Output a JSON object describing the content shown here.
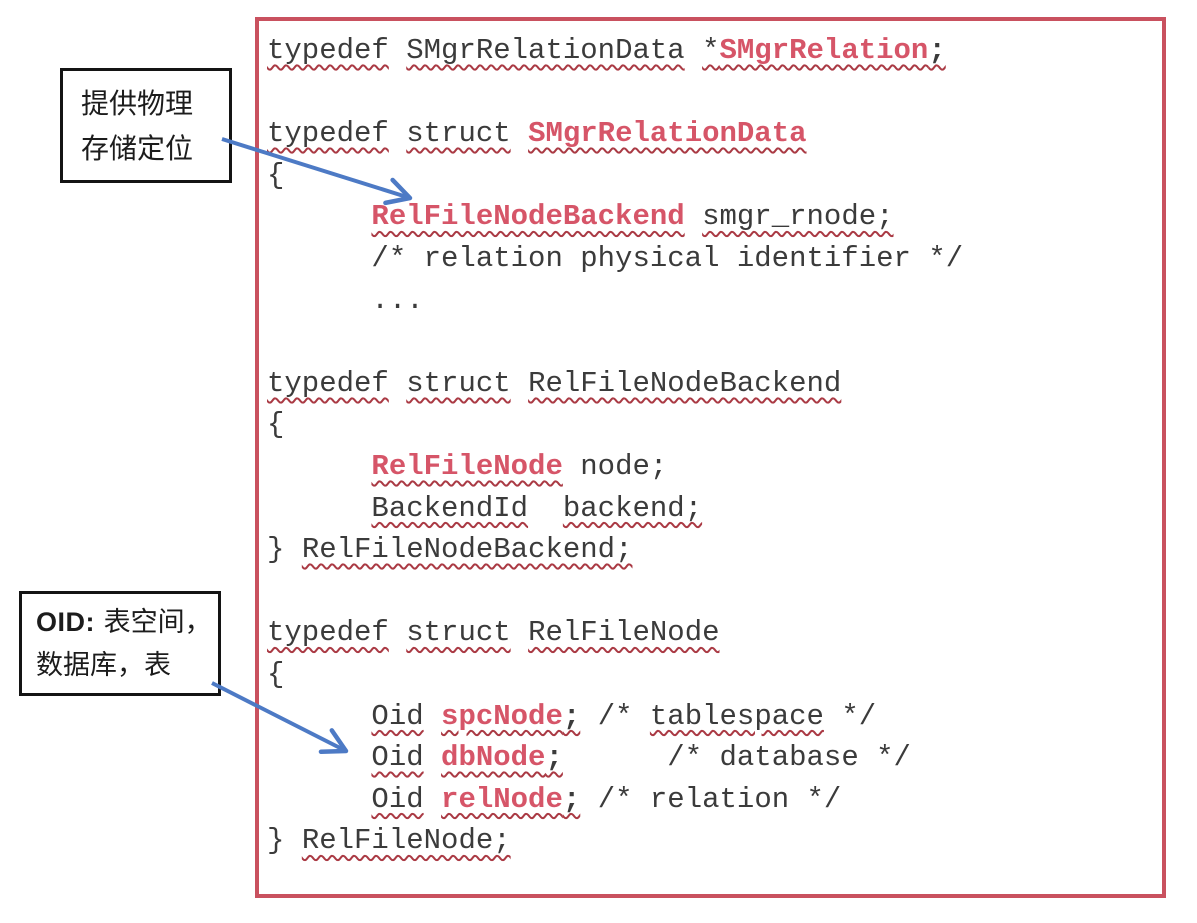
{
  "annotations": {
    "note1": {
      "line1": "提供物理",
      "line2": "存储定位"
    },
    "note2": {
      "prefix": "OID:",
      "line1_rest": " 表空间，",
      "line2": "数据库，表"
    }
  },
  "code": {
    "lines": [
      [
        [
          "typedef",
          "t"
        ],
        [
          " ",
          "p"
        ],
        [
          "SMgrRelationData",
          "t"
        ],
        [
          " ",
          "p"
        ],
        [
          "*",
          "t"
        ],
        [
          "SMgrRelation",
          "b"
        ],
        [
          ";",
          "bt"
        ]
      ],
      [],
      [
        [
          "typedef",
          "t"
        ],
        [
          " ",
          "p"
        ],
        [
          "struct",
          "t"
        ],
        [
          " ",
          "p"
        ],
        [
          "SMgrRelationData",
          "b"
        ]
      ],
      [
        [
          "{",
          "p"
        ]
      ],
      [
        [
          "      ",
          "p"
        ],
        [
          "RelFileNodeBackend",
          "b"
        ],
        [
          " ",
          "p"
        ],
        [
          "smgr_rnode;",
          "t"
        ]
      ],
      [
        [
          "      ",
          "p"
        ],
        [
          "/* relation physical identifier */",
          "p"
        ]
      ],
      [
        [
          "      ",
          "p"
        ],
        [
          "...",
          "p"
        ]
      ],
      [],
      [
        [
          "typedef",
          "t"
        ],
        [
          " ",
          "p"
        ],
        [
          "struct",
          "t"
        ],
        [
          " ",
          "p"
        ],
        [
          "RelFileNodeBackend",
          "t"
        ]
      ],
      [
        [
          "{",
          "p"
        ]
      ],
      [
        [
          "      ",
          "p"
        ],
        [
          "RelFileNode",
          "b"
        ],
        [
          " ",
          "p"
        ],
        [
          "node;",
          "p"
        ]
      ],
      [
        [
          "      ",
          "p"
        ],
        [
          "BackendId",
          "t"
        ],
        [
          "  ",
          "p"
        ],
        [
          "backend;",
          "t"
        ]
      ],
      [
        [
          "} ",
          "p"
        ],
        [
          "RelFileNodeBackend;",
          "t"
        ]
      ],
      [],
      [
        [
          "typedef",
          "t"
        ],
        [
          " ",
          "p"
        ],
        [
          "struct",
          "t"
        ],
        [
          " ",
          "p"
        ],
        [
          "RelFileNode",
          "t"
        ]
      ],
      [
        [
          "{",
          "p"
        ]
      ],
      [
        [
          "      ",
          "p"
        ],
        [
          "Oid",
          "t"
        ],
        [
          " ",
          "p"
        ],
        [
          "spcNode",
          "b"
        ],
        [
          ";",
          "bt"
        ],
        [
          " ",
          "p"
        ],
        [
          "/* ",
          "p"
        ],
        [
          "tablespace",
          "t"
        ],
        [
          " */",
          "p"
        ]
      ],
      [
        [
          "      ",
          "p"
        ],
        [
          "Oid",
          "t"
        ],
        [
          " ",
          "p"
        ],
        [
          "dbNode",
          "b"
        ],
        [
          ";",
          "bt"
        ],
        [
          "      ",
          "p"
        ],
        [
          "/* database */",
          "p"
        ]
      ],
      [
        [
          "      ",
          "p"
        ],
        [
          "Oid",
          "t"
        ],
        [
          " ",
          "p"
        ],
        [
          "relNode",
          "b"
        ],
        [
          ";",
          "bt"
        ],
        [
          " ",
          "p"
        ],
        [
          "/* relation */",
          "p"
        ]
      ],
      [
        [
          "} ",
          "p"
        ],
        [
          "RelFileNode;",
          "t"
        ]
      ]
    ]
  },
  "colors": {
    "panel_border_red": "#c9515f",
    "highlight_red": "#d65568",
    "code_text": "#3b3b3b",
    "squiggle_red": "#aa3a44",
    "arrow_blue": "#4d7ac5",
    "note_border_black": "#141414"
  }
}
